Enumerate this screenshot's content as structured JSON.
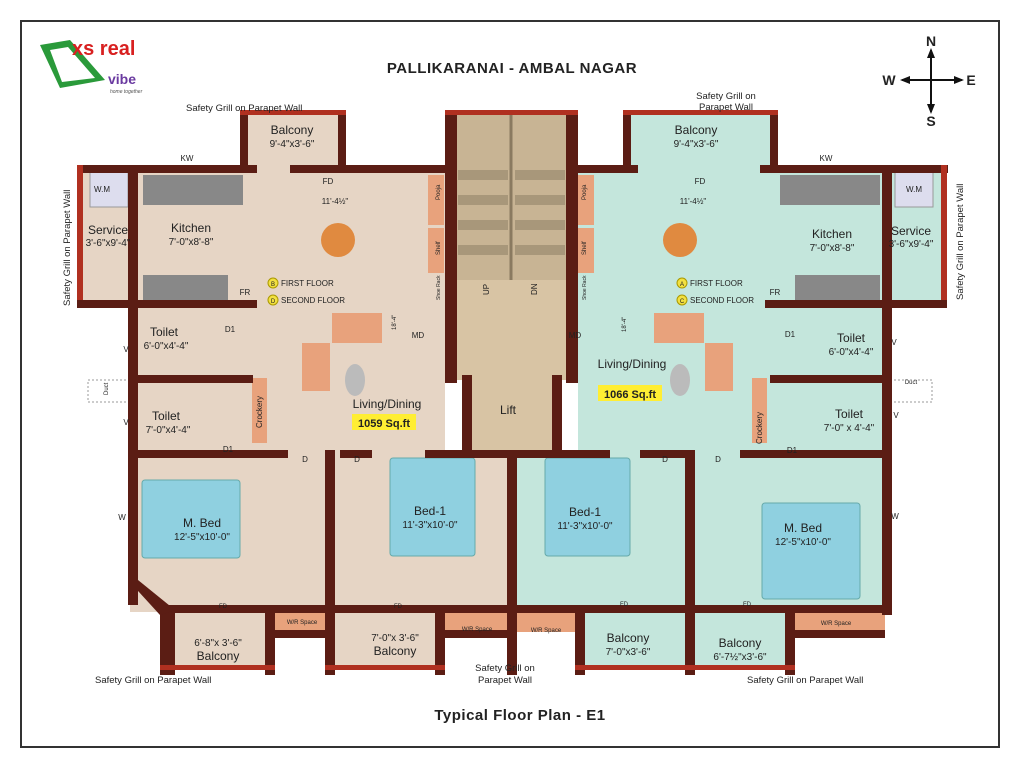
{
  "header": {
    "title": "PALLIKARANAI - AMBAL NAGAR",
    "logo_primary": "xs real",
    "logo_secondary": "vibe",
    "logo_tagline": "home together"
  },
  "compass": {
    "north": "N",
    "south": "S",
    "east": "E",
    "west": "W"
  },
  "footer": {
    "title": "Typical Floor Plan - E1"
  },
  "colors": {
    "wall": "#5b1d14",
    "left_unit_floor": "#e6d5c5",
    "right_unit_floor": "#c4e6dc",
    "common_area": "#d8c4a4",
    "bed": "#8fd0e0",
    "furniture": "#e8a27c",
    "area_highlight": "#ffee33"
  },
  "notes": {
    "grill_top_left": "Safety Grill on Parapet Wall",
    "grill_top_right_1": "Safety Grill on",
    "grill_top_right_2": "Parapet Wall",
    "grill_left_side": "Safety Grill on Parapet Wall",
    "grill_right_side": "Safety Grill on Parapet Wall",
    "grill_bottom_left": "Safety Grill on Parapet Wall",
    "grill_bottom_mid_1": "Safety Grill on",
    "grill_bottom_mid_2": "Parapet Wall",
    "grill_bottom_right": "Safety Grill on Parapet Wall"
  },
  "core": {
    "up": "UP",
    "dn": "DN",
    "lift": "Lift",
    "pooja": "Pooja",
    "shelf": "Shelf",
    "shoe_rack": "Shoe Rack",
    "md": "MD"
  },
  "left_unit": {
    "balcony_top": {
      "name": "Balcony",
      "size": "9'-4\"x3'-6\""
    },
    "kitchen": {
      "name": "Kitchen",
      "size": "7'-0\"x8'-8\""
    },
    "service": {
      "name": "Service",
      "size": "3'-6\"x9'-4\""
    },
    "wm": "W.M",
    "kw": "KW",
    "fd": "FD",
    "fr": "FR",
    "dim_width": "11'-4½\"",
    "dim_depth": "18'-4\"",
    "floor_markers": [
      {
        "badge": "B",
        "label": "FIRST FLOOR"
      },
      {
        "badge": "D",
        "label": "SECOND FLOOR"
      }
    ],
    "toilet_1": {
      "name": "Toilet",
      "size": "6'-0\"x4'-4\""
    },
    "toilet_2": {
      "name": "Toilet",
      "size": "7'-0\"x4'-4\""
    },
    "d1": "D1",
    "v": "V",
    "duct": "Duct",
    "crockery": "Crockery",
    "d": "D",
    "w": "W",
    "living": {
      "name": "Living/Dining",
      "area": "1059 Sq.ft"
    },
    "master_bed": {
      "name": "M. Bed",
      "size": "12'-5\"x10'-0\""
    },
    "bed_1": {
      "name": "Bed-1",
      "size": "11'-3\"x10'-0\""
    },
    "balcony_mbed": {
      "name": "Balcony",
      "size": "6'-8\"x 3'-6\""
    },
    "balcony_bed1": {
      "name": "Balcony",
      "size": "7'-0\"x 3'-6\""
    },
    "wr_space": "W/R Space"
  },
  "right_unit": {
    "balcony_top": {
      "name": "Balcony",
      "size": "9'-4\"x3'-6\""
    },
    "kitchen": {
      "name": "Kitchen",
      "size": "7'-0\"x8'-8\""
    },
    "service": {
      "name": "Service",
      "size": "3'-6\"x9'-4\""
    },
    "wm": "W.M",
    "kw": "KW",
    "fd": "FD",
    "fr": "FR",
    "dim_width": "11'-4½\"",
    "dim_depth": "18'-4\"",
    "floor_markers": [
      {
        "badge": "A",
        "label": "FIRST FLOOR"
      },
      {
        "badge": "C",
        "label": "SECOND FLOOR"
      }
    ],
    "toilet_1": {
      "name": "Toilet",
      "size": "6'-0\"x4'-4\""
    },
    "toilet_2": {
      "name": "Toilet",
      "size": "7'-0\" x 4'-4\""
    },
    "d1": "D1",
    "v": "V",
    "duct": "Duct",
    "crockery": "Crockery",
    "d": "D",
    "w": "W",
    "living": {
      "name": "Living/Dining",
      "area": "1066 Sq.ft"
    },
    "master_bed": {
      "name": "M. Bed",
      "size": "12'-5\"x10'-0\""
    },
    "bed_1": {
      "name": "Bed-1",
      "size": "11'-3\"x10'-0\""
    },
    "balcony_bed1": {
      "name": "Balcony",
      "size": "7'-0\"x3'-6\""
    },
    "balcony_mbed": {
      "name": "Balcony",
      "size": "6'-7½\"x3'-6\""
    },
    "wr_space": "W/R Space"
  }
}
